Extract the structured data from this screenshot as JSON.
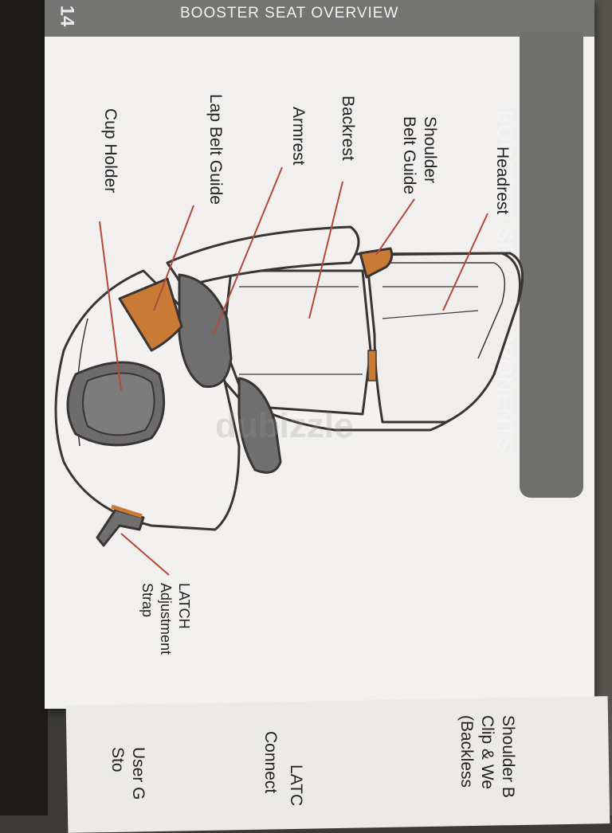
{
  "header": {
    "page_number": "14",
    "running_title": "BOOSTER SEAT OVERVIEW"
  },
  "section": {
    "title": "BOOSTER SEAT COMPONENTS"
  },
  "labels": {
    "headrest": "Headrest",
    "shoulder_belt_guide_1": "Shoulder",
    "shoulder_belt_guide_2": "Belt Guide",
    "backrest": "Backrest",
    "armrest": "Armrest",
    "lap_belt_guide": "Lap Belt Guide",
    "cup_holder": "Cup Holder",
    "latch_1": "LATCH",
    "latch_2": "Adjustment",
    "latch_3": "Strap"
  },
  "next_page": {
    "label_1": "Shoulder B",
    "label_2": "Clip & We",
    "label_3": "(Backless",
    "label_4": "LATC",
    "label_5": "Connect",
    "label_6": "User G",
    "label_7": "Sto"
  },
  "watermark": "dubizzle",
  "colors": {
    "page": "#f1f0ee",
    "header": "#747472",
    "leader_line": "#b5483c",
    "strap_orange": "#c97a35",
    "armrest_gray": "#6d6d6d"
  }
}
